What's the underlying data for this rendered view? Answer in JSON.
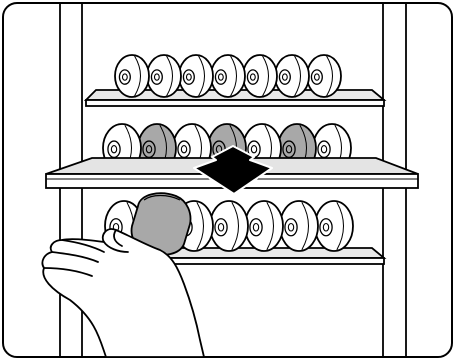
{
  "illustration": {
    "kind": "wine-cabinet-shelf-instruction",
    "colors": {
      "line": "#000000",
      "paper": "#ffffff",
      "shelf_grey": "#e4e4e4",
      "bottle_grey": "#a8a8a8",
      "arrow": "#000000"
    },
    "upper_shelf": {
      "bottle_count": 7
    },
    "middle_shelf": {
      "bottle_count": 7,
      "grey_bottle_positions": [
        2,
        4,
        6
      ],
      "state": "pulled-out"
    },
    "lower_shelf": {
      "bottle_count": 7,
      "bottle_being_removed": true
    },
    "arrow_direction": "down-out",
    "hand": "left-hand-supporting-bottle"
  }
}
